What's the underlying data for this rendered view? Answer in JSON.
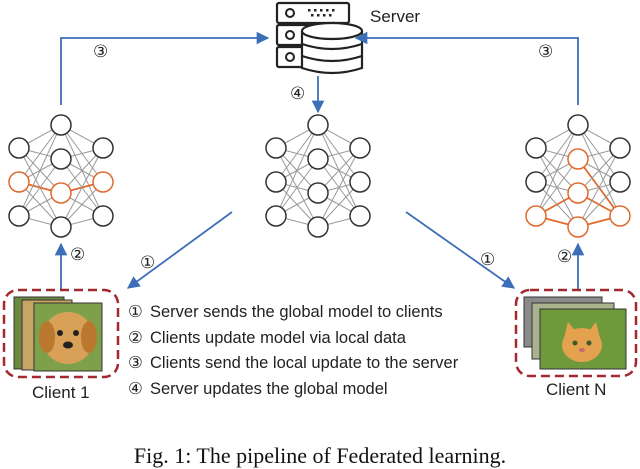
{
  "server": {
    "label": "Server"
  },
  "clients": [
    {
      "label": "Client 1"
    },
    {
      "label": "Client N"
    }
  ],
  "step_markers": {
    "left_up": "③",
    "right_up": "③",
    "server_down": "④",
    "to_left": "①",
    "to_right": "①",
    "left_local": "②",
    "right_local": "②"
  },
  "legend": [
    {
      "num": "①",
      "text": "Server sends the global model to clients"
    },
    {
      "num": "②",
      "text": "Clients update model via local data"
    },
    {
      "num": "③",
      "text": "Clients send the local update to the server"
    },
    {
      "num": "④",
      "text": "Server updates the global model"
    }
  ],
  "caption": "Fig. 1: The pipeline of Federated learning.",
  "colors": {
    "arrow": "#3d6fb8",
    "node_stroke": "#333333",
    "edge": "#9a9a9a",
    "highlight": "#e06a2c",
    "client_box": "#a3282f"
  }
}
